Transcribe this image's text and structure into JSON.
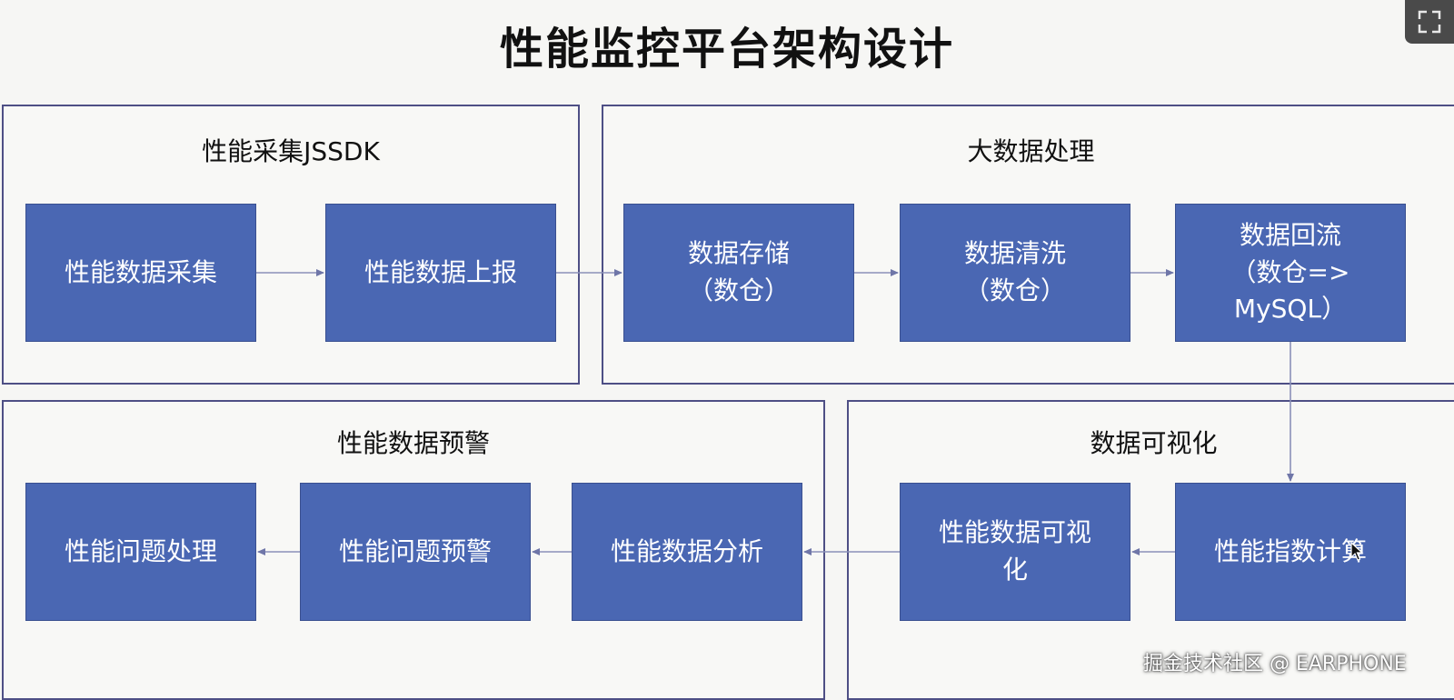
{
  "title": "性能监控平台架构设计",
  "groups": {
    "sdk": {
      "label": "性能采集JSSDK"
    },
    "bigdata": {
      "label": "大数据处理"
    },
    "warning": {
      "label": "性能数据预警"
    },
    "visual": {
      "label": "数据可视化"
    }
  },
  "boxes": {
    "collect": "性能数据采集",
    "report": "性能数据上报",
    "store": "数据存储\n（数仓）",
    "clean": "数据清洗\n（数仓）",
    "backflow": "数据回流\n（数仓=>\nMySQL）",
    "compute": "性能指数计算",
    "visualize": "性能数据可视\n化",
    "analyze": "性能数据分析",
    "alert": "性能问题预警",
    "handle": "性能问题处理"
  },
  "watermark": "掘金技术社区 @ EARPHONE",
  "icons": {
    "expand": "expand-icon",
    "cursor": "mouse-pointer-icon"
  },
  "colors": {
    "box_fill": "#4a67b3",
    "group_border": "#4e4f85",
    "arrow": "#8a90b8"
  }
}
